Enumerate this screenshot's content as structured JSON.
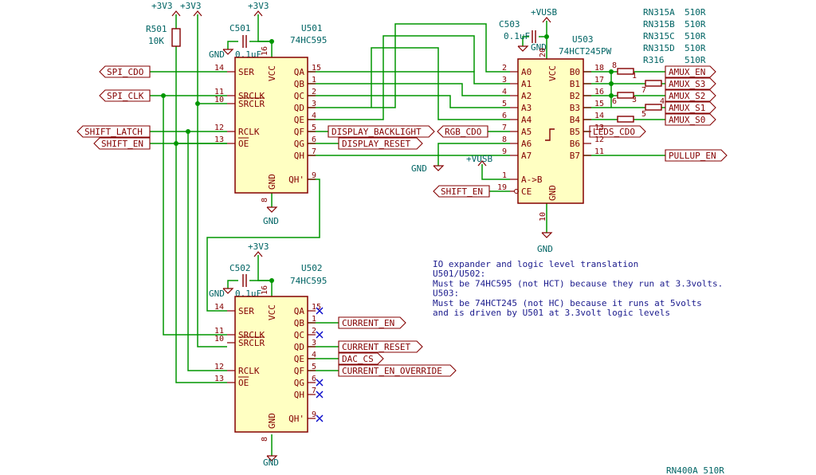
{
  "colors": {
    "wire": "#009600",
    "body": "#840000",
    "fill": "#ffffc2",
    "text": "#006464",
    "label": "#840000",
    "pin": "#840000",
    "noconn": "#0000c8",
    "note": "#1a1a8c",
    "junction": "#009600"
  },
  "power": {
    "v3": "+3V3",
    "vusb": "+VUSB",
    "gnd": "GND"
  },
  "r501": {
    "ref": "R501",
    "value": "10K"
  },
  "c501": {
    "ref": "C501",
    "value": "0.1uF"
  },
  "c502": {
    "ref": "C502",
    "value": "0.1uF"
  },
  "c503": {
    "ref": "C503",
    "value": "0.1uF"
  },
  "u501": {
    "ref": "U501",
    "value": "74HC595",
    "left_pins": [
      {
        "num": "14",
        "name": "SER"
      },
      {
        "num": "11",
        "name": "SRCLK"
      },
      {
        "num": "10",
        "name": "SRCLR"
      },
      {
        "num": "12",
        "name": "RCLK"
      },
      {
        "num": "13",
        "name": "OE"
      }
    ],
    "right_pins": [
      {
        "num": "15",
        "name": "QA"
      },
      {
        "num": "1",
        "name": "QB"
      },
      {
        "num": "2",
        "name": "QC"
      },
      {
        "num": "3",
        "name": "QD"
      },
      {
        "num": "4",
        "name": "QE"
      },
      {
        "num": "5",
        "name": "QF"
      },
      {
        "num": "6",
        "name": "QG"
      },
      {
        "num": "7",
        "name": "QH"
      },
      {
        "num": "9",
        "name": "QH'"
      }
    ],
    "vcc": {
      "num": "16",
      "name": "VCC"
    },
    "gnd": {
      "num": "8",
      "name": "GND"
    }
  },
  "u502": {
    "ref": "U502",
    "value": "74HC595",
    "left_pins": [
      {
        "num": "14",
        "name": "SER"
      },
      {
        "num": "11",
        "name": "SRCLK"
      },
      {
        "num": "10",
        "name": "SRCLR"
      },
      {
        "num": "12",
        "name": "RCLK"
      },
      {
        "num": "13",
        "name": "OE"
      }
    ],
    "right_pins": [
      {
        "num": "15",
        "name": "QA"
      },
      {
        "num": "1",
        "name": "QB"
      },
      {
        "num": "2",
        "name": "QC"
      },
      {
        "num": "3",
        "name": "QD"
      },
      {
        "num": "4",
        "name": "QE"
      },
      {
        "num": "5",
        "name": "QF"
      },
      {
        "num": "6",
        "name": "QG"
      },
      {
        "num": "7",
        "name": "QH"
      },
      {
        "num": "9",
        "name": "QH'"
      }
    ],
    "vcc": {
      "num": "16",
      "name": "VCC"
    },
    "gnd": {
      "num": "8",
      "name": "GND"
    }
  },
  "u503": {
    "ref": "U503",
    "value": "74HCT245PW",
    "a_pins": [
      {
        "num": "2",
        "name": "A0"
      },
      {
        "num": "3",
        "name": "A1"
      },
      {
        "num": "4",
        "name": "A2"
      },
      {
        "num": "5",
        "name": "A3"
      },
      {
        "num": "6",
        "name": "A4"
      },
      {
        "num": "7",
        "name": "A5"
      },
      {
        "num": "8",
        "name": "A6"
      },
      {
        "num": "9",
        "name": "A7"
      }
    ],
    "b_pins": [
      {
        "num": "18",
        "name": "B0"
      },
      {
        "num": "17",
        "name": "B1"
      },
      {
        "num": "16",
        "name": "B2"
      },
      {
        "num": "15",
        "name": "B3"
      },
      {
        "num": "14",
        "name": "B4"
      },
      {
        "num": "13",
        "name": "B5"
      },
      {
        "num": "12",
        "name": "B6"
      },
      {
        "num": "11",
        "name": "B7"
      }
    ],
    "dir": {
      "num": "1",
      "name": "A->B"
    },
    "ce": {
      "num": "19",
      "name": "CE"
    },
    "vcc": {
      "num": "20",
      "name": "VCC"
    },
    "gnd": {
      "num": "10",
      "name": "GND"
    }
  },
  "resistors": [
    {
      "ref": "RN315A",
      "value": "510R",
      "pins": [
        "8",
        "1"
      ]
    },
    {
      "ref": "RN315B",
      "value": "510R",
      "pins": [
        "",
        "7"
      ]
    },
    {
      "ref": "RN315C",
      "value": "510R",
      "pins": [
        "6",
        "3"
      ]
    },
    {
      "ref": "RN315D",
      "value": "510R",
      "pins": [
        "5",
        "4"
      ]
    },
    {
      "ref": "R316",
      "value": "510R",
      "pins": [
        "",
        ""
      ]
    }
  ],
  "rn400": "RN400A  510R",
  "labels": {
    "spi_cdo": "SPI_CDO",
    "spi_clk": "SPI_CLK",
    "shift_latch": "SHIFT_LATCH",
    "shift_en": "SHIFT_EN",
    "display_backlight": "DISPLAY_BACKLIGHT",
    "display_reset": "DISPLAY_RESET",
    "rgb_cdo": "RGB_CDO",
    "leds_cdo": "LEDS_CDO",
    "shift_en2": "SHIFT_EN",
    "pullup_en": "PULLUP_EN",
    "amux_en": "AMUX_EN",
    "amux_s3": "AMUX_S3",
    "amux_s2": "AMUX_S2",
    "amux_s1": "AMUX_S1",
    "amux_s0": "AMUX_S0",
    "current_en": "CURRENT_EN",
    "current_reset": "CURRENT_RESET",
    "dac_cs": "DAC_CS",
    "current_en_override": "CURRENT_EN_OVERRIDE"
  },
  "note": [
    "IO expander and logic level translation",
    "U501/U502:",
    "Must be 74HC595 (not HCT) because they run at 3.3volts.",
    "U503:",
    "Must be 74HCT245 (not HC) because it runs at 5volts",
    "and is driven by U501 at 3.3volt logic levels"
  ]
}
